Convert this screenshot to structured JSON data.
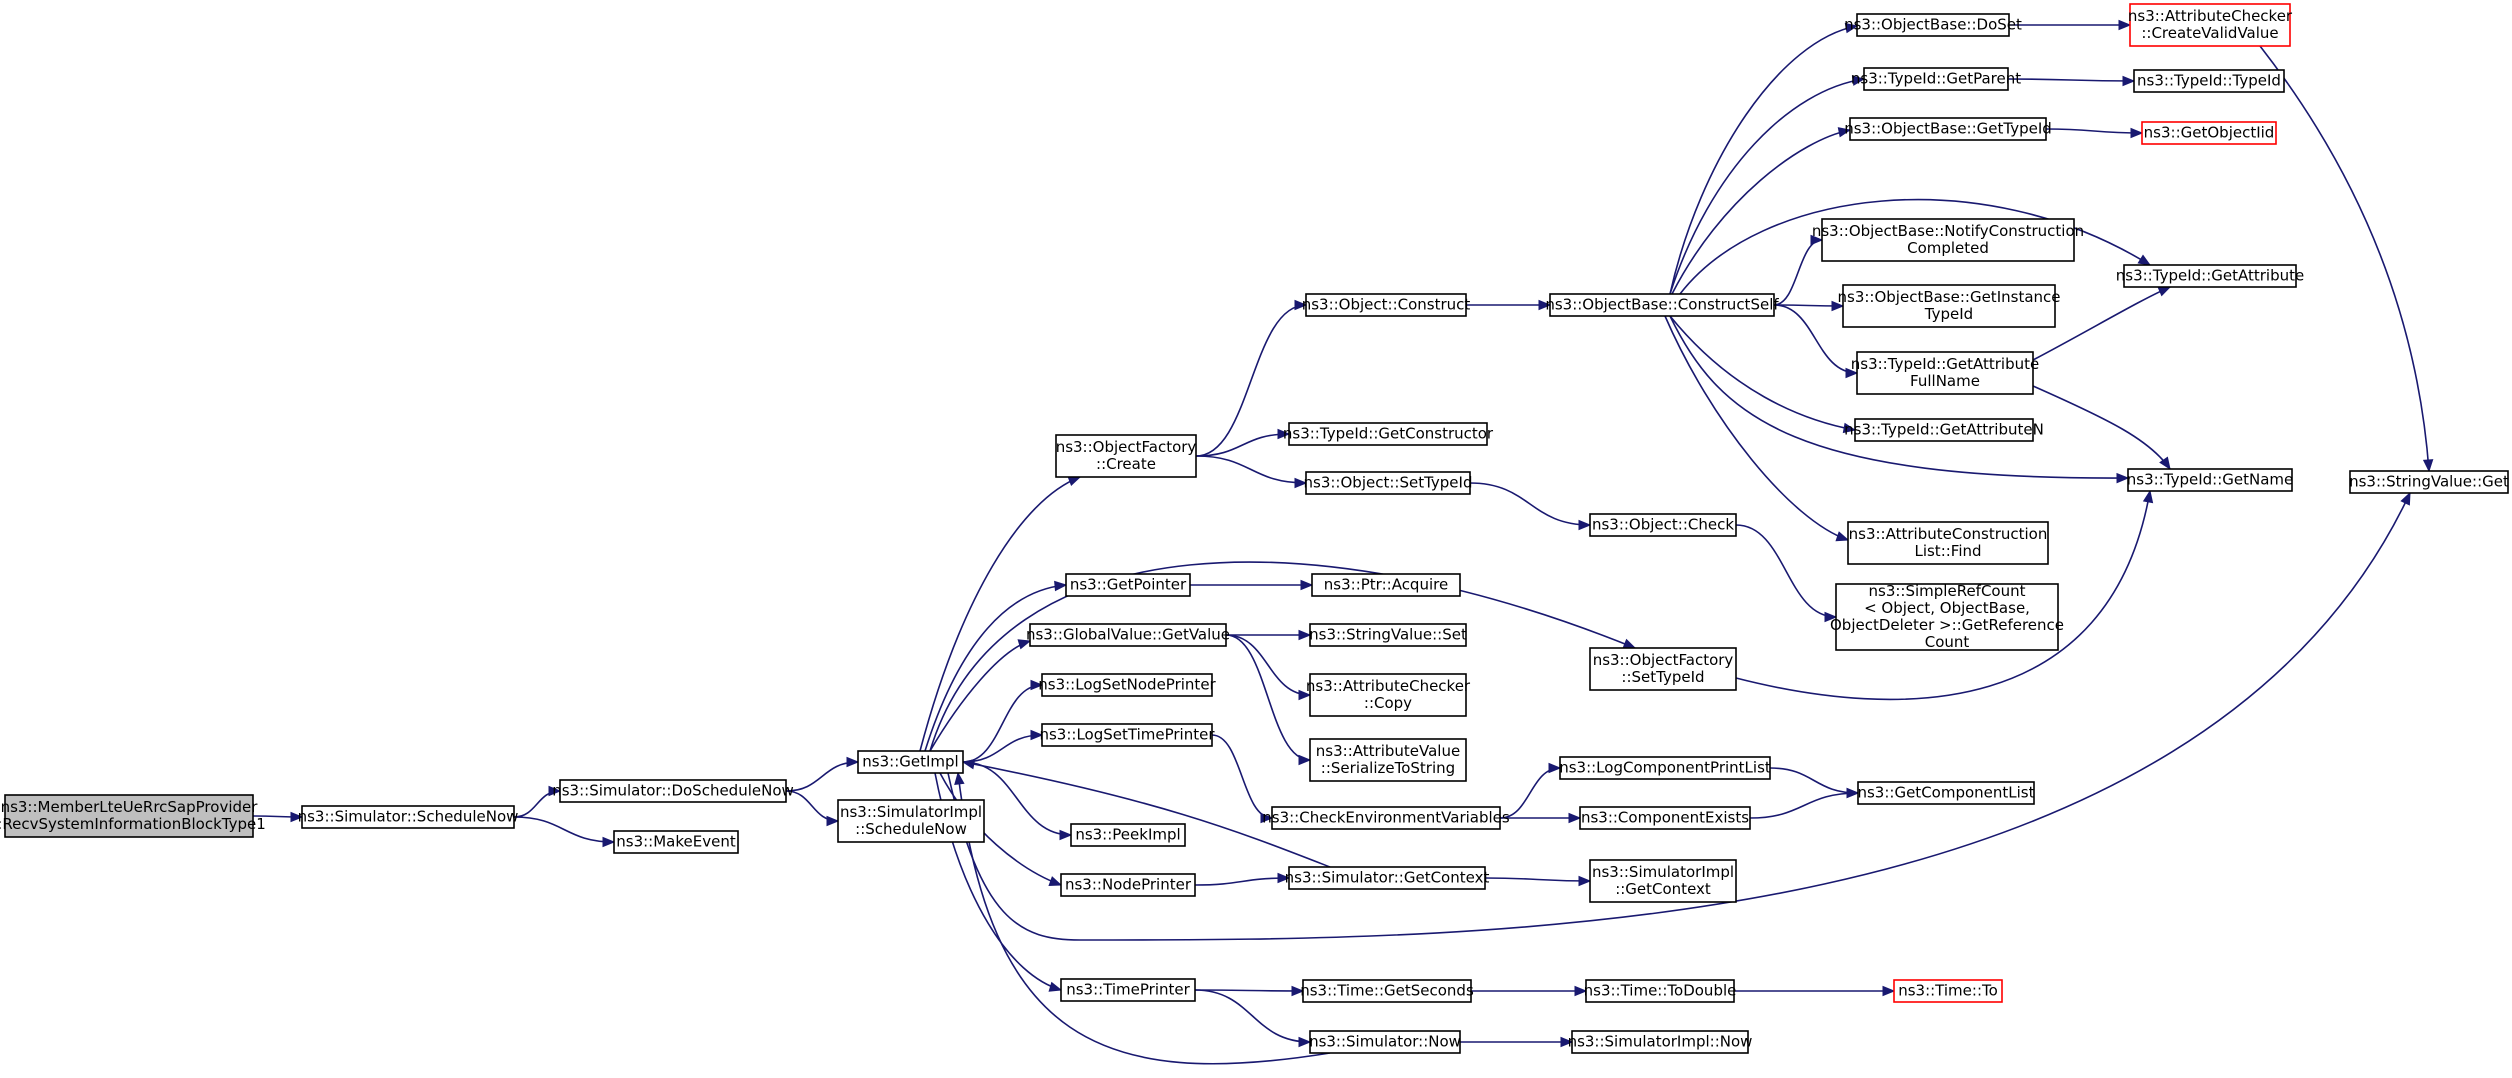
{
  "diagram": {
    "nodes": [
      {
        "id": "n0",
        "label": [
          "ns3::MemberLteUeRrcSapProvider",
          "::RecvSystemInformationBlockType1"
        ],
        "style": "root"
      },
      {
        "id": "n1",
        "label": [
          "ns3::Simulator::ScheduleNow"
        ]
      },
      {
        "id": "n2",
        "label": [
          "ns3::Simulator::DoScheduleNow"
        ]
      },
      {
        "id": "n3",
        "label": [
          "ns3::MakeEvent"
        ]
      },
      {
        "id": "n4",
        "label": [
          "ns3::GetImpl"
        ]
      },
      {
        "id": "n5",
        "label": [
          "ns3::SimulatorImpl",
          "::ScheduleNow"
        ]
      },
      {
        "id": "n6",
        "label": [
          "ns3::ObjectFactory",
          "::Create"
        ]
      },
      {
        "id": "n7",
        "label": [
          "ns3::GetPointer"
        ]
      },
      {
        "id": "n8",
        "label": [
          "ns3::GlobalValue::GetValue"
        ]
      },
      {
        "id": "n9",
        "label": [
          "ns3::LogSetNodePrinter"
        ]
      },
      {
        "id": "n10",
        "label": [
          "ns3::LogSetTimePrinter"
        ]
      },
      {
        "id": "n11",
        "label": [
          "ns3::PeekImpl"
        ]
      },
      {
        "id": "n12",
        "label": [
          "ns3::NodePrinter"
        ]
      },
      {
        "id": "n13",
        "label": [
          "ns3::TimePrinter"
        ]
      },
      {
        "id": "n14",
        "label": [
          "ns3::Object::Construct"
        ]
      },
      {
        "id": "n15",
        "label": [
          "ns3::TypeId::GetConstructor"
        ]
      },
      {
        "id": "n16",
        "label": [
          "ns3::Object::SetTypeId"
        ]
      },
      {
        "id": "n17",
        "label": [
          "ns3::Ptr::Acquire"
        ]
      },
      {
        "id": "n18",
        "label": [
          "ns3::StringValue::Set"
        ]
      },
      {
        "id": "n19",
        "label": [
          "ns3::AttributeChecker",
          "::Copy"
        ]
      },
      {
        "id": "n20",
        "label": [
          "ns3::AttributeValue",
          "::SerializeToString"
        ]
      },
      {
        "id": "n21",
        "label": [
          "ns3::CheckEnvironmentVariables"
        ]
      },
      {
        "id": "n22",
        "label": [
          "ns3::Simulator::GetContext"
        ]
      },
      {
        "id": "n23",
        "label": [
          "ns3::Time::GetSeconds"
        ]
      },
      {
        "id": "n24",
        "label": [
          "ns3::Simulator::Now"
        ]
      },
      {
        "id": "n25",
        "label": [
          "ns3::ObjectBase::ConstructSelf"
        ]
      },
      {
        "id": "n26",
        "label": [
          "ns3::Object::Check"
        ]
      },
      {
        "id": "n27",
        "label": [
          "ns3::ObjectFactory",
          "::SetTypeId"
        ]
      },
      {
        "id": "n28",
        "label": [
          "ns3::LogComponentPrintList"
        ]
      },
      {
        "id": "n29",
        "label": [
          "ns3::ComponentExists"
        ]
      },
      {
        "id": "n30",
        "label": [
          "ns3::SimulatorImpl",
          "::GetContext"
        ]
      },
      {
        "id": "n31",
        "label": [
          "ns3::Time::ToDouble"
        ]
      },
      {
        "id": "n32",
        "label": [
          "ns3::SimulatorImpl::Now"
        ]
      },
      {
        "id": "n33",
        "label": [
          "ns3::ObjectBase::DoSet"
        ]
      },
      {
        "id": "n34",
        "label": [
          "ns3::TypeId::GetParent"
        ]
      },
      {
        "id": "n35",
        "label": [
          "ns3::ObjectBase::GetTypeId"
        ]
      },
      {
        "id": "n36",
        "label": [
          "ns3::ObjectBase::NotifyConstruction",
          "Completed"
        ]
      },
      {
        "id": "n37",
        "label": [
          "ns3::ObjectBase::GetInstance",
          "TypeId"
        ]
      },
      {
        "id": "n38",
        "label": [
          "ns3::TypeId::GetAttribute",
          "FullName"
        ]
      },
      {
        "id": "n39",
        "label": [
          "ns3::TypeId::GetAttributeN"
        ]
      },
      {
        "id": "n40",
        "label": [
          "ns3::AttributeConstruction",
          "List::Find"
        ]
      },
      {
        "id": "n41",
        "label": [
          "ns3::SimpleRefCount",
          "< Object, ObjectBase,",
          "ObjectDeleter >::GetReference",
          "Count"
        ]
      },
      {
        "id": "n42",
        "label": [
          "ns3::GetComponentList"
        ]
      },
      {
        "id": "n43",
        "label": [
          "ns3::Time::To"
        ],
        "style": "red"
      },
      {
        "id": "n44",
        "label": [
          "ns3::AttributeChecker",
          "::CreateValidValue"
        ],
        "style": "red"
      },
      {
        "id": "n45",
        "label": [
          "ns3::TypeId::TypeId"
        ]
      },
      {
        "id": "n46",
        "label": [
          "ns3::GetObjectIid"
        ],
        "style": "red"
      },
      {
        "id": "n47",
        "label": [
          "ns3::TypeId::GetAttribute"
        ]
      },
      {
        "id": "n48",
        "label": [
          "ns3::TypeId::GetName"
        ]
      },
      {
        "id": "n49",
        "label": [
          "ns3::StringValue::Get"
        ]
      }
    ],
    "edges": [
      [
        "n0",
        "n1"
      ],
      [
        "n1",
        "n2"
      ],
      [
        "n1",
        "n3"
      ],
      [
        "n2",
        "n4"
      ],
      [
        "n2",
        "n5"
      ],
      [
        "n4",
        "n6"
      ],
      [
        "n4",
        "n27"
      ],
      [
        "n4",
        "n7"
      ],
      [
        "n4",
        "n8"
      ],
      [
        "n4",
        "n9"
      ],
      [
        "n4",
        "n10"
      ],
      [
        "n4",
        "n11"
      ],
      [
        "n4",
        "n12"
      ],
      [
        "n4",
        "n49"
      ],
      [
        "n4",
        "n13"
      ],
      [
        "n6",
        "n14"
      ],
      [
        "n6",
        "n15"
      ],
      [
        "n6",
        "n16"
      ],
      [
        "n7",
        "n17"
      ],
      [
        "n8",
        "n18"
      ],
      [
        "n8",
        "n19"
      ],
      [
        "n8",
        "n20"
      ],
      [
        "n10",
        "n21"
      ],
      [
        "n12",
        "n22"
      ],
      [
        "n13",
        "n23"
      ],
      [
        "n13",
        "n24"
      ],
      [
        "n14",
        "n25"
      ],
      [
        "n16",
        "n26"
      ],
      [
        "n26",
        "n41"
      ],
      [
        "n27",
        "n48"
      ],
      [
        "n21",
        "n28"
      ],
      [
        "n21",
        "n29"
      ],
      [
        "n22",
        "n4"
      ],
      [
        "n22",
        "n30"
      ],
      [
        "n23",
        "n31"
      ],
      [
        "n24",
        "n4"
      ],
      [
        "n24",
        "n32"
      ],
      [
        "n31",
        "n43"
      ],
      [
        "n28",
        "n42"
      ],
      [
        "n29",
        "n42"
      ],
      [
        "n25",
        "n33"
      ],
      [
        "n25",
        "n34"
      ],
      [
        "n25",
        "n35"
      ],
      [
        "n25",
        "n36"
      ],
      [
        "n25",
        "n47"
      ],
      [
        "n25",
        "n37"
      ],
      [
        "n25",
        "n38"
      ],
      [
        "n25",
        "n39"
      ],
      [
        "n25",
        "n48"
      ],
      [
        "n25",
        "n40"
      ],
      [
        "n33",
        "n44"
      ],
      [
        "n34",
        "n45"
      ],
      [
        "n35",
        "n46"
      ],
      [
        "n38",
        "n47"
      ],
      [
        "n38",
        "n48"
      ],
      [
        "n44",
        "n49"
      ]
    ]
  }
}
